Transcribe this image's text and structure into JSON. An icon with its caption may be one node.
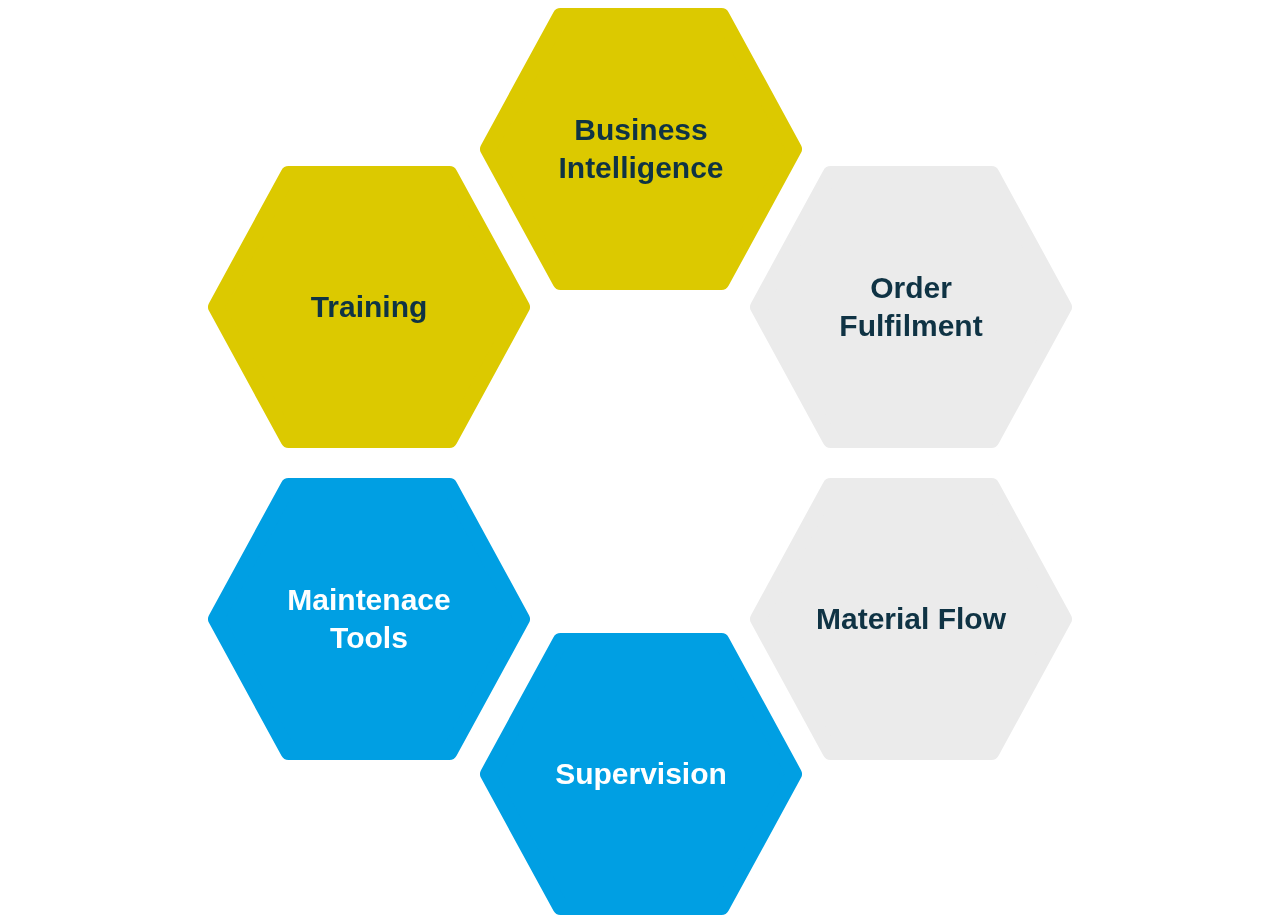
{
  "diagram": {
    "nodes": [
      {
        "text": [
          "Business Intelligence"
        ]
      },
      {
        "text": [
          "Training"
        ]
      },
      {
        "text": [
          "Order Fulfilment"
        ]
      },
      {
        "text": [
          "Maintenace Tools"
        ]
      },
      {
        "text": [
          "Material Flow"
        ]
      },
      {
        "text": [
          "Supervision"
        ]
      }
    ]
  }
}
